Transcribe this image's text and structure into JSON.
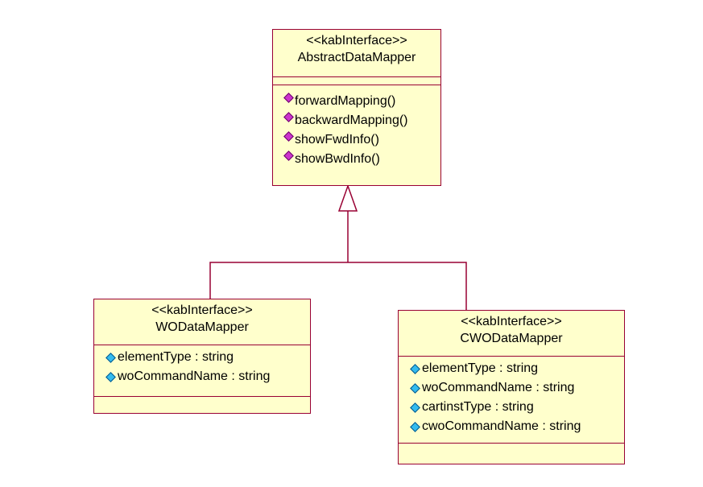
{
  "diagram": {
    "colors": {
      "border": "#990033",
      "fill": "#ffffcc",
      "operation_icon": "#cc33cc",
      "attribute_icon": "#33bbee"
    },
    "classes": [
      {
        "id": "abstract",
        "stereotype": "<<kabInterface>>",
        "name": "AbstractDataMapper",
        "attributes": [],
        "operations": [
          "forwardMapping()",
          "backwardMapping()",
          "showFwdInfo()",
          "showBwdInfo()"
        ]
      },
      {
        "id": "wo",
        "stereotype": "<<kabInterface>>",
        "name": "WODataMapper",
        "attributes": [
          "elementType : string",
          "woCommandName : string"
        ],
        "operations": []
      },
      {
        "id": "cwo",
        "stereotype": "<<kabInterface>>",
        "name": "CWODataMapper",
        "attributes": [
          "elementType : string",
          "woCommandName : string",
          "cartinstType : string",
          "cwoCommandName : string"
        ],
        "operations": []
      }
    ],
    "relationships": [
      {
        "type": "generalization",
        "from": "wo",
        "to": "abstract"
      },
      {
        "type": "generalization",
        "from": "cwo",
        "to": "abstract"
      }
    ]
  }
}
